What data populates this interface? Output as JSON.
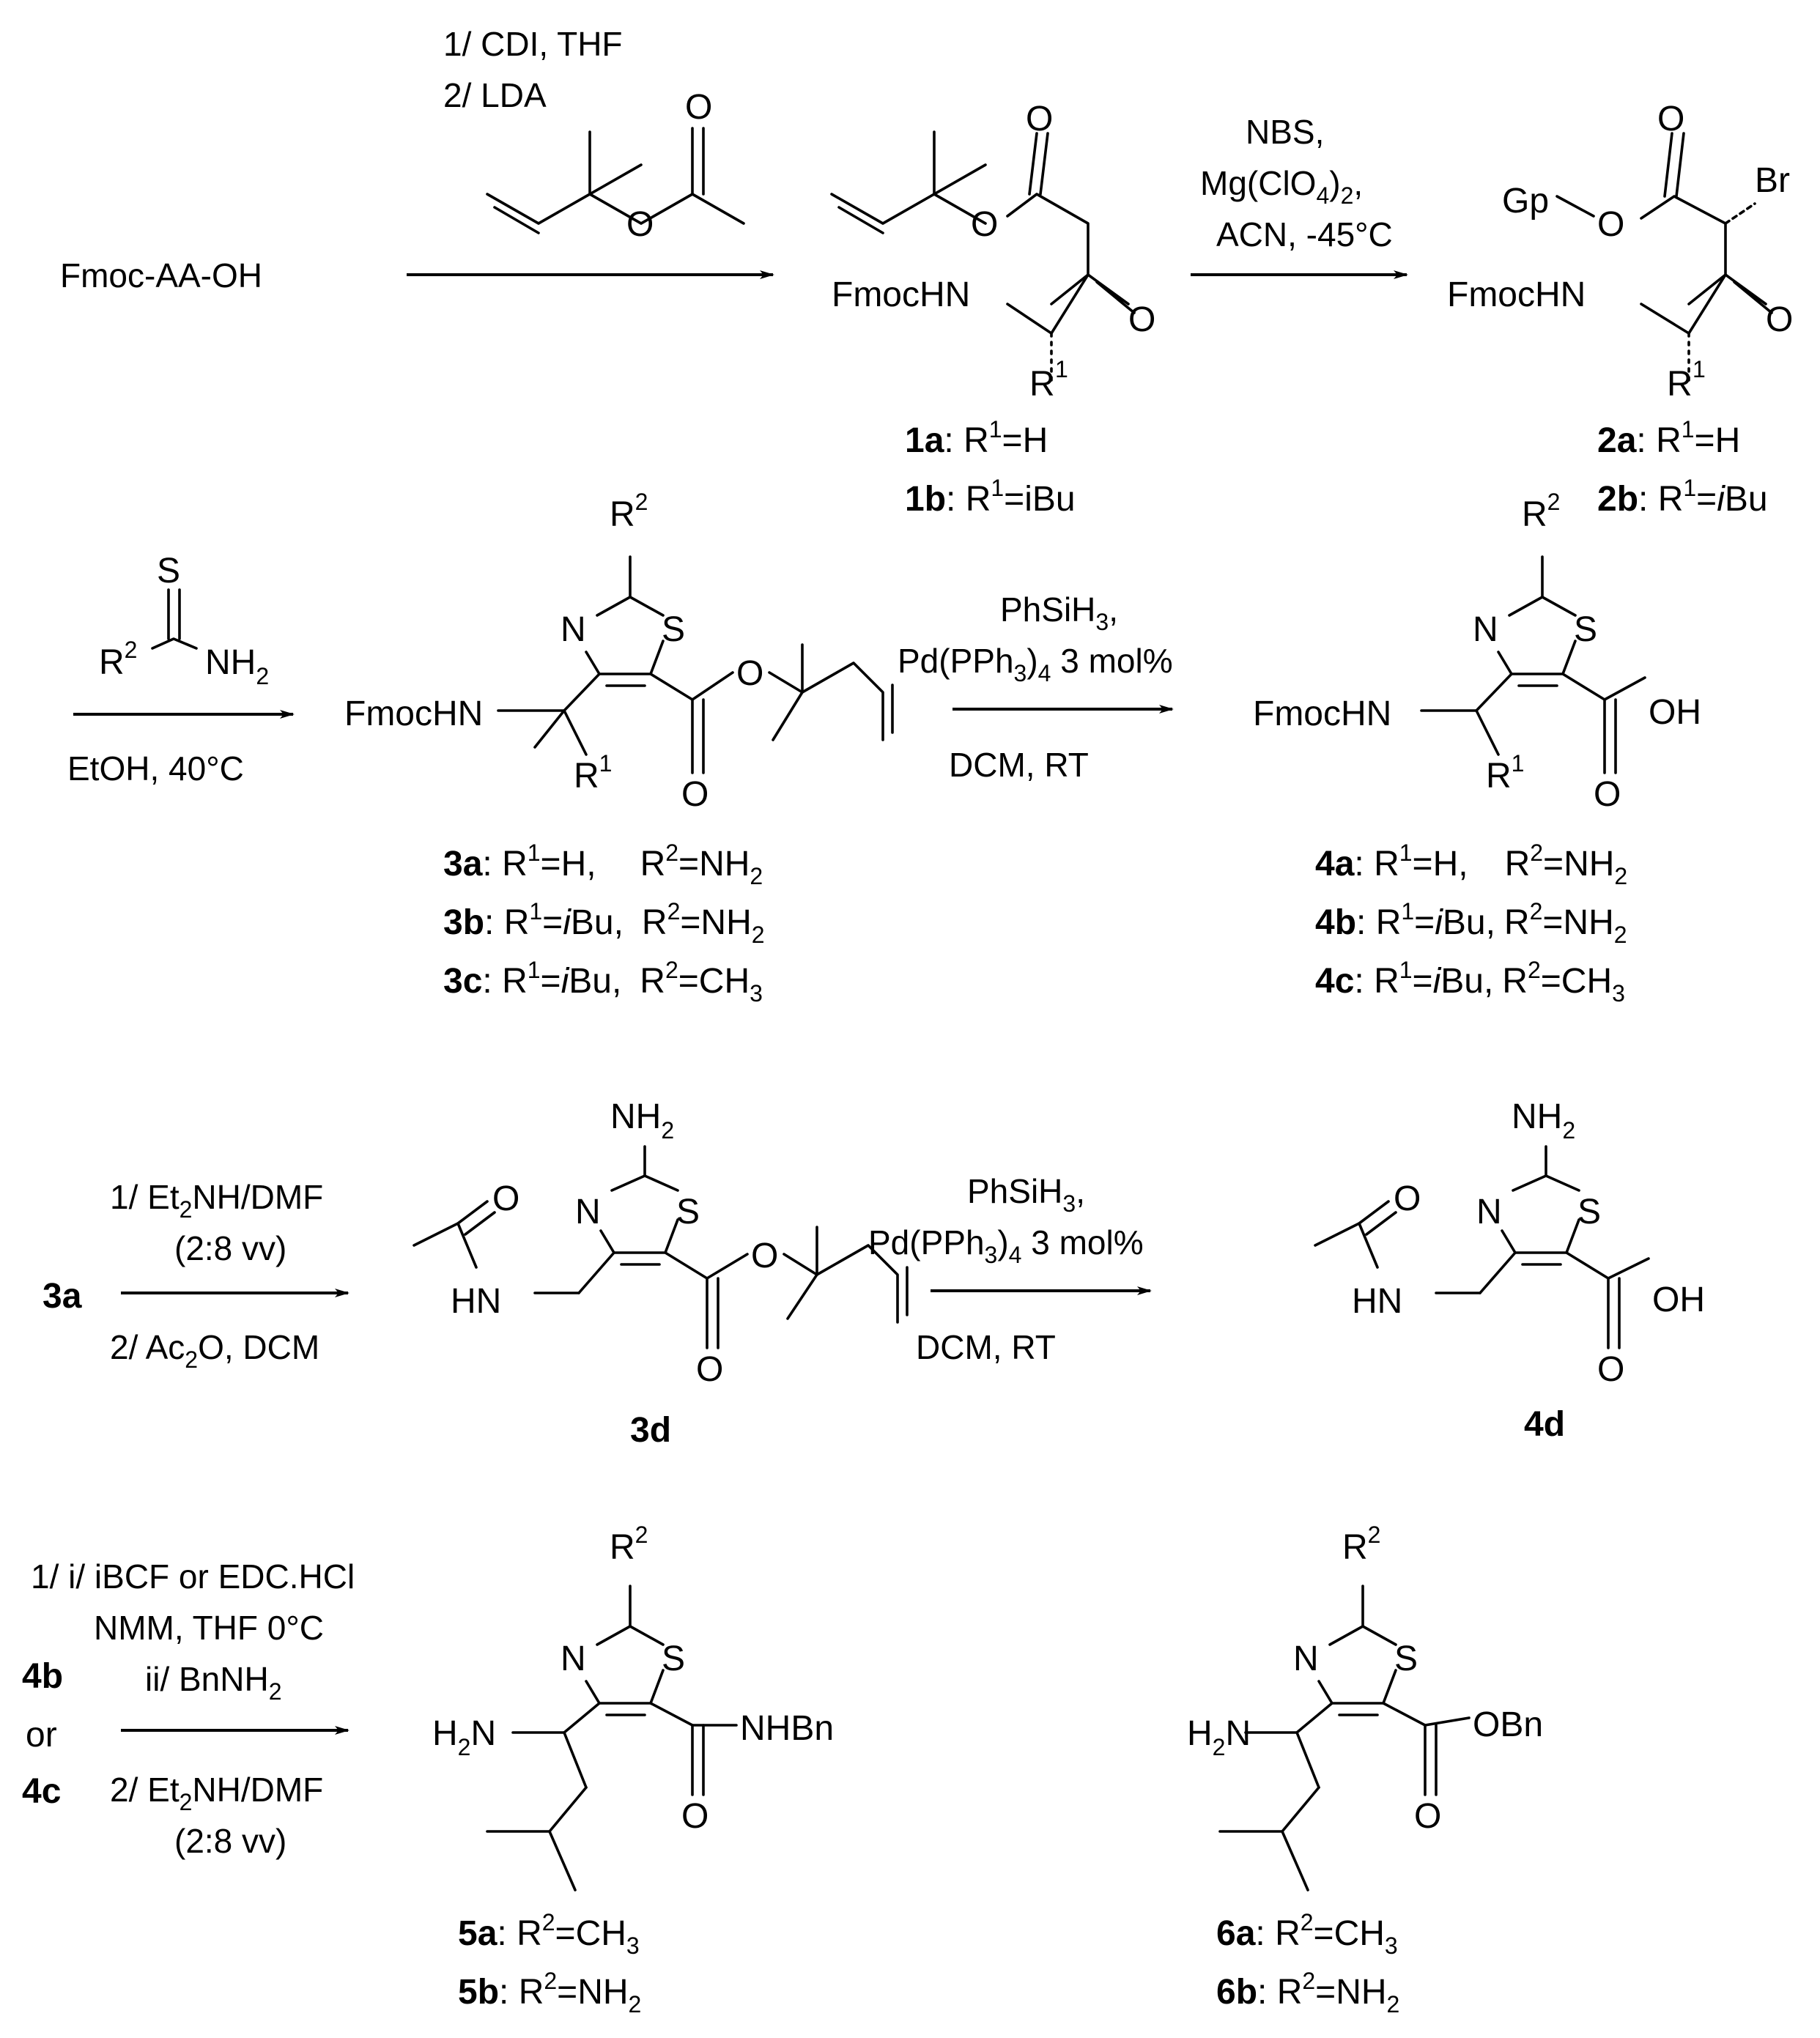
{
  "start_material": "Fmoc-AA-OH",
  "atoms": {
    "O": "O",
    "N": "N",
    "S": "S",
    "Br": "Br",
    "Gp": "Gp",
    "FmocHN": "FmocHN",
    "HN": "HN",
    "H2N_H2": "H",
    "H2N_N": "N",
    "NH2_N": "NH",
    "NH2_sub": "2",
    "OH": "OH",
    "OBn": "OBn",
    "NHBn": "NHBn",
    "R": "R",
    "sup1": "1",
    "sup2": "2"
  },
  "reagents": {
    "step1": {
      "line1": "1/ CDI, THF",
      "line2": "2/ LDA"
    },
    "step2": {
      "line1": "NBS,",
      "line2": "Mg(ClO",
      "line2_sub": "4",
      "line2_end": ")",
      "line2_sub2": "2",
      "line2_tail": ",",
      "line3": "ACN, -45°C"
    },
    "step3": {
      "below": "EtOH, 40°C"
    },
    "step4": {
      "line1": "PhSiH",
      "line1_sub": "3",
      "line1_end": ",",
      "line2": "Pd(PPh",
      "line2_sub": "3",
      "line2_end": ")",
      "line2_sub2": "4",
      "line2_tail": " 3 mol%",
      "line3": "DCM, RT"
    },
    "step5": {
      "line1a": "1/ Et",
      "line1_sub": "2",
      "line1b": "NH/DMF",
      "line2": "(2:8 vv)",
      "line3a": "2/ Ac",
      "line3_sub": "2",
      "line3b": "O, DCM"
    },
    "step6": {
      "line1": "PhSiH",
      "line1_sub": "3",
      "line1_end": ",",
      "line2": "Pd(PPh",
      "line2_sub": "3",
      "line2_end": ")",
      "line2_sub2": "4",
      "line2_tail": " 3 mol%",
      "line3": "DCM, RT"
    },
    "step7": {
      "line1": "1/ i/ iBCF or EDC.HCl",
      "line2": "NMM, THF 0°C",
      "line3a": "ii/ BnNH",
      "line3_sub": "2",
      "line4a": "2/ Et",
      "line4_sub": "2",
      "line4b": "NH/DMF",
      "line5": "(2:8 vv)"
    }
  },
  "labels": {
    "c1a": {
      "id": "1a",
      "text": ": R",
      "sup": "1",
      "tail": "=H"
    },
    "c1b": {
      "id": "1b",
      "text": ": R",
      "sup": "1",
      "tail": "=iBu"
    },
    "c2a": {
      "id": "2a",
      "text": ": R",
      "sup": "1",
      "tail": "=H"
    },
    "c2b": {
      "id": "2b",
      "text": ": R",
      "sup": "1",
      "tail": "=",
      "ital": "i",
      "tail2": "Bu"
    },
    "c3a": {
      "id": "3a",
      "text": ": R",
      "sup": "1",
      "mid": "=H,",
      "r2": "R",
      "sup2": "2",
      "tail": "=NH",
      "sub": "2"
    },
    "c3b": {
      "id": "3b",
      "text": ": R",
      "sup": "1",
      "mid": "=",
      "ital": "i",
      "mid2": "Bu,",
      "r2": "R",
      "sup2": "2",
      "tail": "=NH",
      "sub": "2"
    },
    "c3c": {
      "id": "3c",
      "text": ": R",
      "sup": "1",
      "mid": "=",
      "ital": "i",
      "mid2": "Bu,",
      "r2": "R",
      "sup2": "2",
      "tail": "=CH",
      "sub": "3"
    },
    "c4a": {
      "id": "4a",
      "text": ": R",
      "sup": "1",
      "mid": "=H,",
      "r2": "R",
      "sup2": "2",
      "tail": "=NH",
      "sub": "2"
    },
    "c4b": {
      "id": "4b",
      "text": ": R",
      "sup": "1",
      "mid": "=",
      "ital": "i",
      "mid2": "Bu,",
      "r2": "R",
      "sup2": "2",
      "tail": "=NH",
      "sub": "2"
    },
    "c4c": {
      "id": "4c",
      "text": ": R",
      "sup": "1",
      "mid": "=",
      "ital": "i",
      "mid2": "Bu,",
      "r2": "R",
      "sup2": "2",
      "tail": "=CH",
      "sub": "3"
    },
    "c3a_start": "3a",
    "c3d": "3d",
    "c4d": "4d",
    "c4b_start": "4b",
    "or": "or",
    "c4c_start": "4c",
    "c5a": {
      "id": "5a",
      "text": ": R",
      "sup": "2",
      "tail": "=CH",
      "sub": "3"
    },
    "c5b": {
      "id": "5b",
      "text": ": R",
      "sup": "2",
      "tail": "=NH",
      "sub": "2"
    },
    "c6a": {
      "id": "6a",
      "text": ": R",
      "sup": "2",
      "tail": "=CH",
      "sub": "3"
    },
    "c6b": {
      "id": "6b",
      "text": ": R",
      "sup": "2",
      "tail": "=NH",
      "sub": "2"
    }
  }
}
